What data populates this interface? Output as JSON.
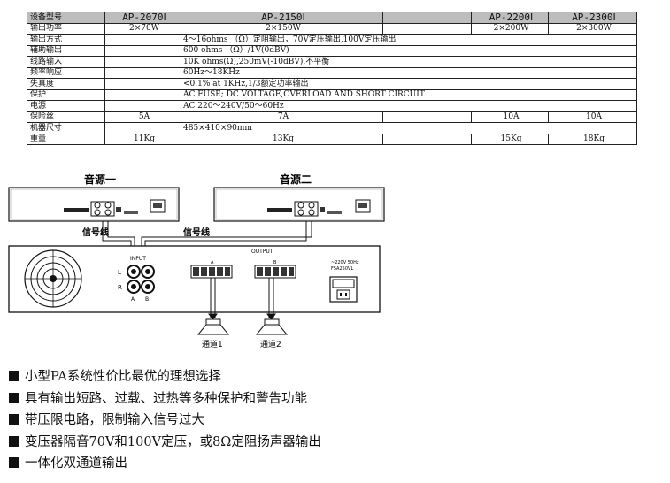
{
  "table": {
    "header": [
      "设备型号",
      "AP-2070Ⅰ",
      "AP-2150Ⅰ",
      "AP-2200Ⅰ",
      "AP-2300Ⅰ"
    ],
    "rows": [
      {
        "label": "输出功率",
        "cells": [
          "2×70W",
          "2×150W",
          "",
          "2×200W",
          "2×300W"
        ]
      },
      {
        "label": "输出方式",
        "span": "4～16ohms （Ω）定阻输出，70V定压输出,100V定压输出"
      },
      {
        "label": "辅助输出",
        "span": "600 ohms （Ω）/1V(0dBV)"
      },
      {
        "label": "线路输入",
        "span": "10K ohms(Ω),250mV(-10dBV),不平衡"
      },
      {
        "label": "频率响应",
        "span": "60Hz～18KHz"
      },
      {
        "label": "失真度",
        "span": "<0.1% at 1KHz,1/3额定功率输出"
      },
      {
        "label": "保护",
        "span": "AC FUSE; DC VOLTAGE,OVERLOAD AND SHORT CIRCUIT"
      },
      {
        "label": "电源",
        "span": "AC 220～240V/50～60Hz"
      },
      {
        "label": "保险丝",
        "cells": [
          "5A",
          "7A",
          "",
          "10A",
          "10A"
        ]
      },
      {
        "label": "机器尺寸",
        "span": "485×410×90mm"
      },
      {
        "label": "重量",
        "cells": [
          "11Kg",
          "13Kg",
          "",
          "15Kg",
          "18Kg"
        ]
      }
    ]
  },
  "diagram": {
    "source1_label": "音源一",
    "source2_label": "音源二",
    "signal_line_label": "信号线",
    "input_label": "INPUT",
    "output_label": "OUTPUT",
    "channel_l": "L",
    "channel_r": "R",
    "channel_a": "A",
    "channel_b": "B",
    "terminal_a": "A",
    "terminal_b": "B",
    "power_label_1": "~220V 50Hz",
    "power_label_2": "F5A250VL",
    "speaker1_label": "通道1",
    "speaker2_label": "通道2"
  },
  "features": [
    "小型PA系统性价比最优的理想选择",
    "具有输出短路、过载、过热等多种保护和警告功能",
    "带压限电路，限制输入信号过大",
    "变压器隔音70V和100V定压，或8Ω定阻扬声器输出",
    "一体化双通道输出"
  ]
}
